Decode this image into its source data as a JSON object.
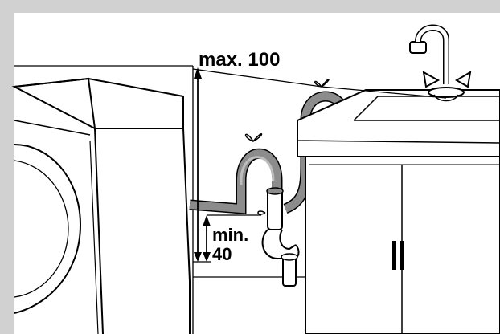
{
  "dimensions": {
    "max_label": "max. 100",
    "min_label_line1": "min.",
    "min_label_line2": "40"
  },
  "colors": {
    "frame": "#d1d1d1",
    "background": "#ffffff",
    "hose": "#8c8c8c",
    "hose_light": "#bdbdbd",
    "outline": "#000000"
  }
}
